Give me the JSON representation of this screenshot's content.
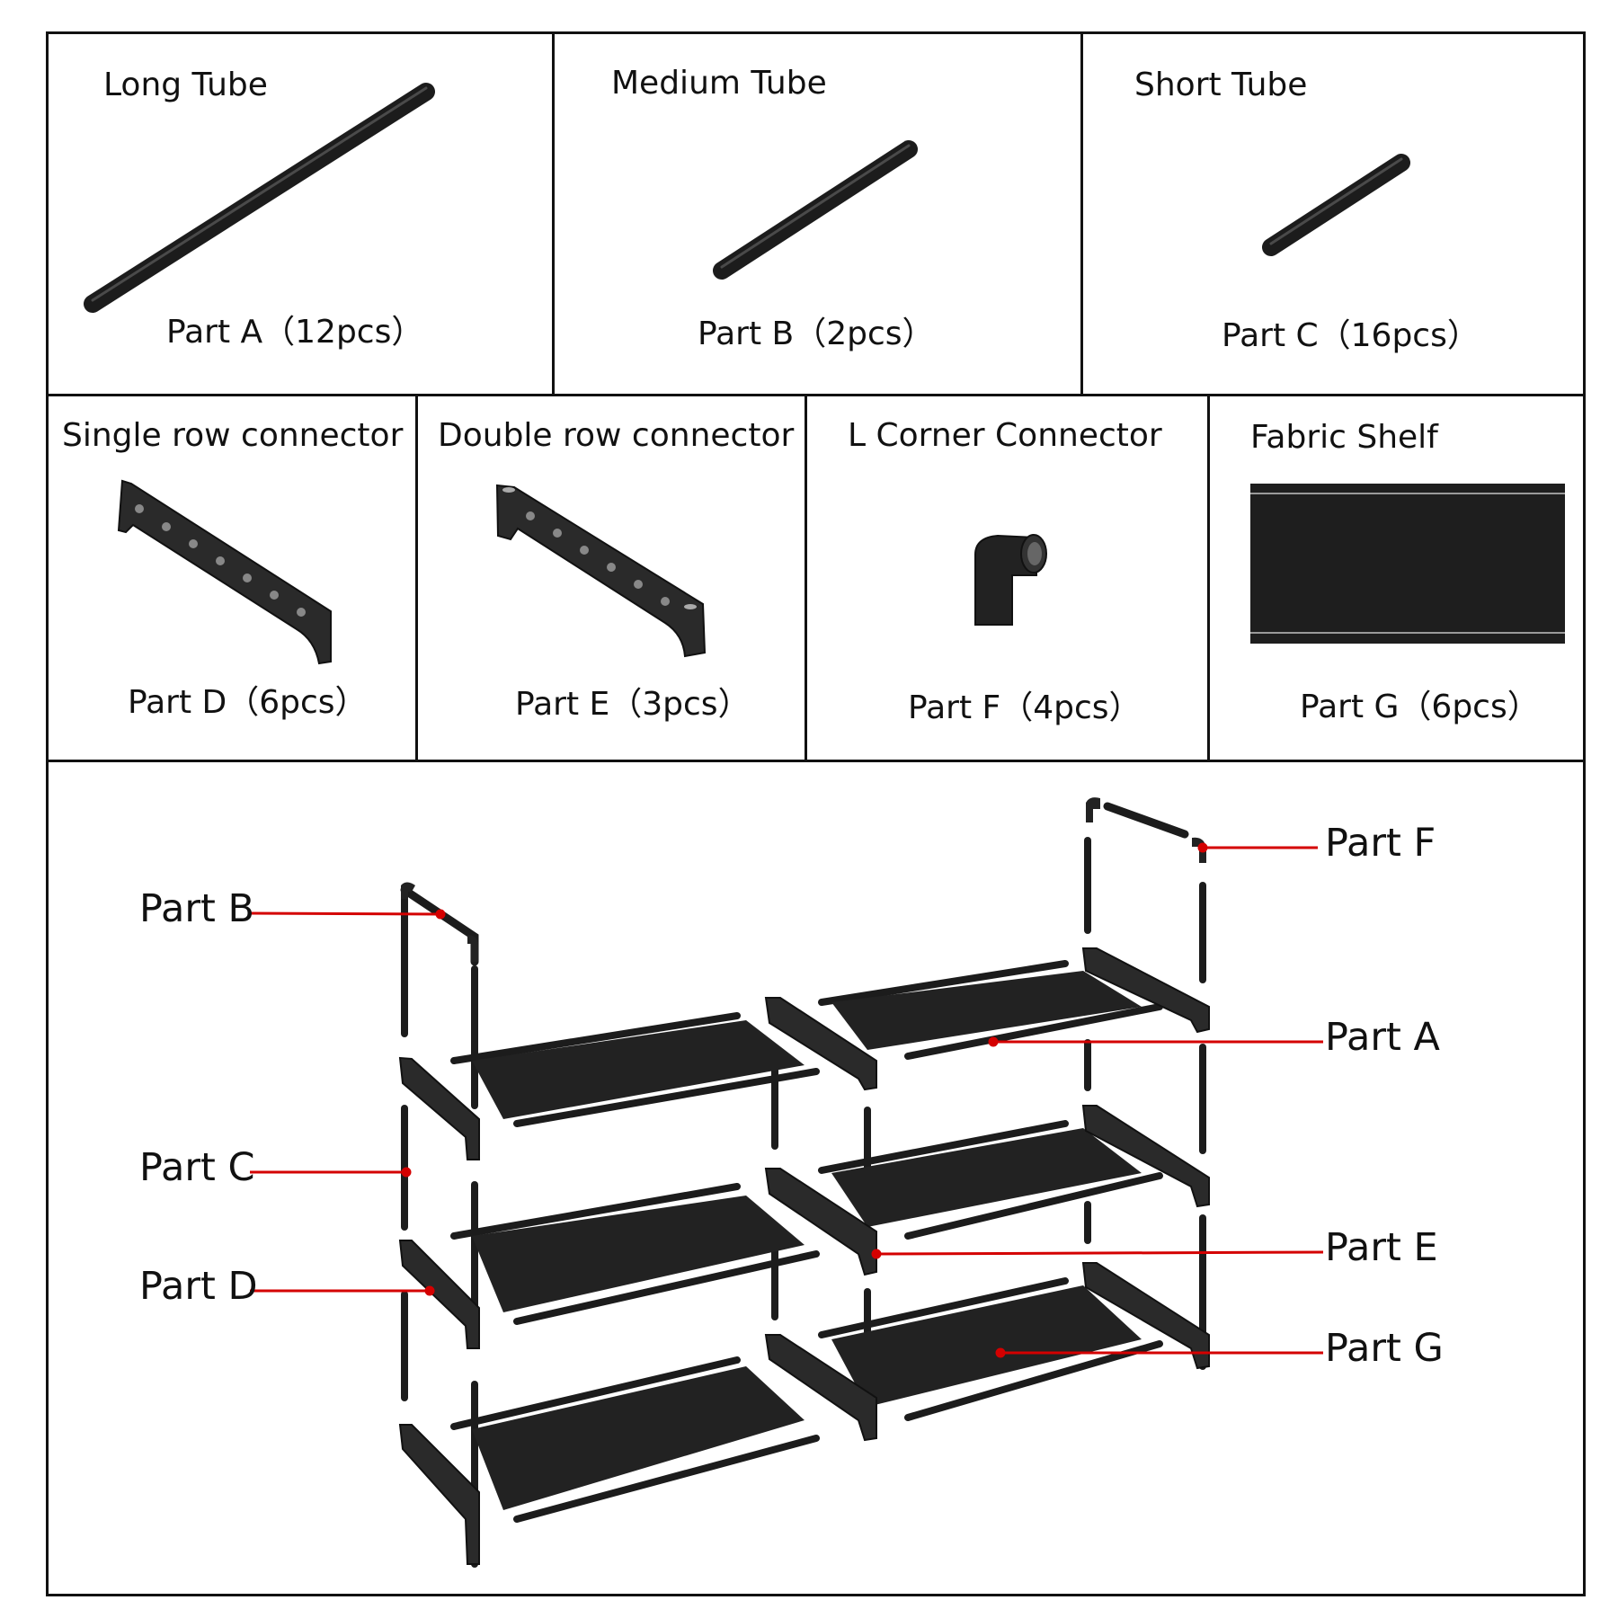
{
  "parts": [
    {
      "id": "a",
      "title": "Long Tube",
      "caption": "Part  A（12pcs）"
    },
    {
      "id": "b",
      "title": "Medium Tube",
      "caption": "Part  B（2pcs）"
    },
    {
      "id": "c",
      "title": "Short Tube",
      "caption": "Part  C（16pcs）"
    },
    {
      "id": "d",
      "title": "Single row connector",
      "caption": "Part  D（6pcs）"
    },
    {
      "id": "e",
      "title": "Double row connector",
      "caption": "Part  E（3pcs）"
    },
    {
      "id": "f",
      "title": "L Corner Connector",
      "caption": "Part  F（4pcs）"
    },
    {
      "id": "g",
      "title": "Fabric Shelf",
      "caption": "Part  G（6pcs）"
    }
  ],
  "callouts": {
    "b": "Part B",
    "c": "Part C",
    "d": "Part D",
    "f": "Part F",
    "a": "Part A",
    "e": "Part E",
    "g": "Part G"
  },
  "colors": {
    "frame": "#111111",
    "part": "#1c1c1c",
    "leader": "#d40000"
  }
}
